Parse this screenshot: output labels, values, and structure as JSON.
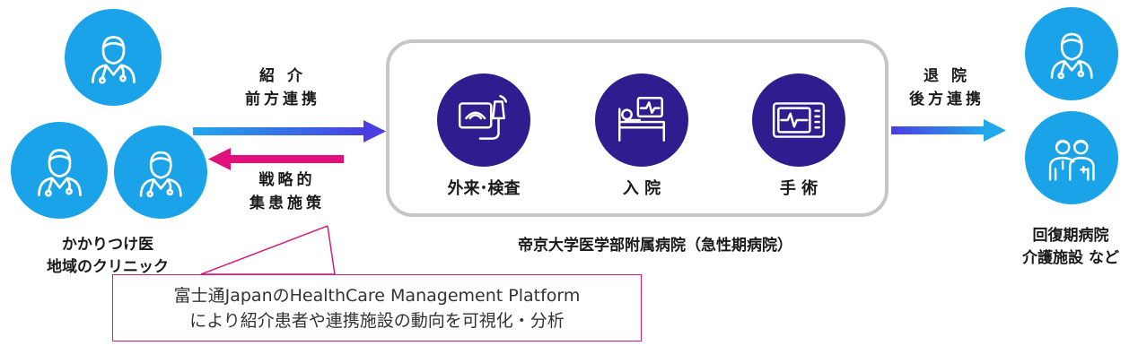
{
  "left_label": {
    "line1": "かかりつけ医",
    "line2": "地域のクリニック"
  },
  "referral_label": {
    "line1": "紹 介",
    "line2": "前方連携"
  },
  "strategy_label": {
    "line1": "戦略的",
    "line2": "集患施策"
  },
  "hospital": {
    "departments": [
      "外来･検査",
      "入 院",
      "手 術"
    ],
    "name": "帝京大学医学部附属病院（急性期病院）"
  },
  "discharge_label": {
    "line1": "退 院",
    "line2": "後方連携"
  },
  "right_label": {
    "line1": "回復期病院",
    "line2": "介護施設 など"
  },
  "callout": {
    "line1": "富士通JapanのHealthCare Management Platform",
    "line2": "により紹介患者や連携施設の動向を可視化・分析"
  },
  "colors": {
    "doctor_circle": "#1aa3e8",
    "department_circle": "#2f1d8f",
    "referral_arrow_start": "#22a8ec",
    "referral_arrow_end": "#4a3ee0",
    "strategy_arrow": "#e0117a",
    "callout_border": "#d81b7a",
    "hospital_border": "#c6c6c6"
  },
  "icons": [
    "doctor-icon",
    "ultrasound-icon",
    "hospital-bed-icon",
    "monitor-icon",
    "caregiver-icon"
  ]
}
